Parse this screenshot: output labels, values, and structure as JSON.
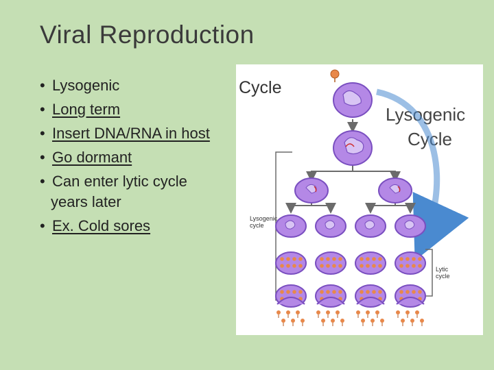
{
  "slide": {
    "title": "Viral Reproduction",
    "bullets": [
      {
        "text": "Lysogenic",
        "underlined": false
      },
      {
        "text": "Long term",
        "underlined": true
      },
      {
        "text": "Insert DNA/RNA in host",
        "underlined": true
      },
      {
        "text": "Go dormant",
        "underlined": true
      },
      {
        "text": "Can enter lytic cycle years later",
        "underlined": false
      },
      {
        "text": "Ex. Cold sores",
        "underlined": true
      }
    ]
  },
  "figure": {
    "heading": "Cycle",
    "title_line1": "Lysogenic",
    "title_line2": "Cycle",
    "side_label_lysogenic_line1": "Lysogenic",
    "side_label_lysogenic_line2": "cycle",
    "side_label_lytic_line1": "Lytic",
    "side_label_lytic_line2": "cycle"
  },
  "colors": {
    "background": "#c5dfb4",
    "cell_fill": "#b488e6",
    "cell_stroke": "#7a4fc0",
    "nucleus": "#d8c4f4",
    "virus": "#e8884a",
    "arrow_gray": "#6b6b6b",
    "arrow_blue": "#4a8ad0"
  }
}
